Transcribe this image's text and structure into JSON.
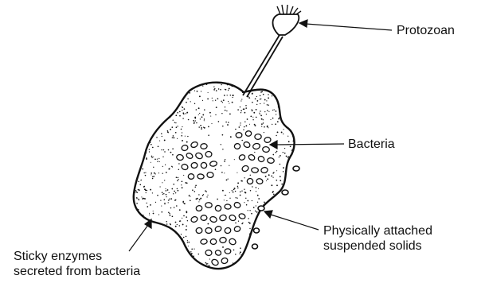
{
  "labels": {
    "protozoan": "Protozoan",
    "bacteria": "Bacteria",
    "solids_line1": "Physically attached",
    "solids_line2": "suspended solids",
    "enzymes_line1": "Sticky enzymes",
    "enzymes_line2": "secreted from  bacteria"
  },
  "colors": {
    "ink": "#111111",
    "background": "#ffffff"
  }
}
